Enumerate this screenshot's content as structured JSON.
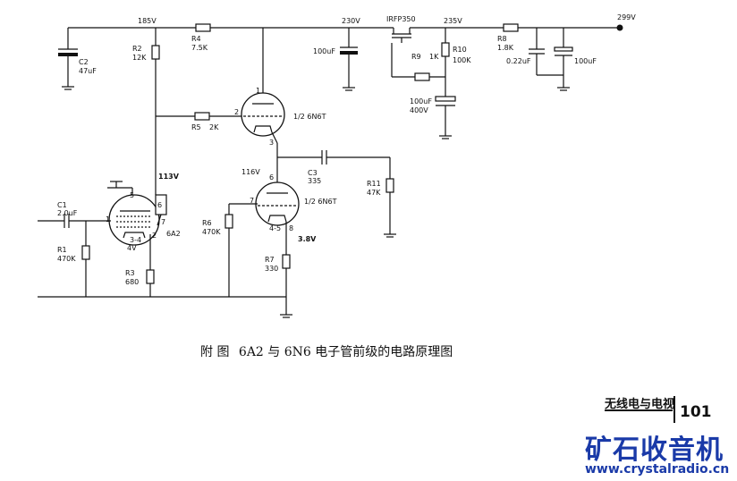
{
  "caption": {
    "prefix": "附 图",
    "title": "6A2 与 6N6 电子管前级的电路原理图"
  },
  "labels": {
    "v185": "185V",
    "v230": "230V",
    "irfp": "IRFP350",
    "v235": "235V",
    "v299": "299V",
    "r4": "R4",
    "r4v": "7.5K",
    "r2": "R2",
    "r2v": "12K",
    "c2": "C2",
    "c2v": "47uF",
    "c100a": "100uF",
    "r9": "R9",
    "r9v": "1K",
    "r10": "R10",
    "r10v": "100K",
    "r8": "R8",
    "r8v": "1.8K",
    "c022": "0.22uF",
    "c100b": "100uF",
    "c400": "100uF",
    "c400v": "400V",
    "p1": "1",
    "p2": "2",
    "p3": "3",
    "half1": "1/2 6N6T",
    "r5": "R5",
    "r5v": "2K",
    "v113": "113V",
    "v116": "116V",
    "c3": "C3",
    "c3v": "335",
    "r11": "R11",
    "r11v": "47K",
    "p6": "6",
    "p7": "7",
    "p45": "4-5",
    "p8": "8",
    "half2": "1/2 6N6T",
    "v38": "3.8V",
    "r6": "R6",
    "r6v": "470K",
    "r7": "R7",
    "r7v": "330",
    "c1": "C1",
    "c1v": "2.0uF",
    "r1": "R1",
    "r1v": "470K",
    "a5": "5",
    "a6": "6",
    "a7": "7",
    "a1": "1",
    "a34": "3-4",
    "a2": "2",
    "v4": "4V",
    "t6a2": "6A2",
    "r3": "R3",
    "r3v": "680"
  },
  "footer": {
    "magazine": "无线电与电视",
    "page_number": "101",
    "watermark": "矿石收音机",
    "url": "www.crystalradio.cn"
  },
  "colors": {
    "ink": "#111111",
    "watermark": "#1a3aa8"
  }
}
